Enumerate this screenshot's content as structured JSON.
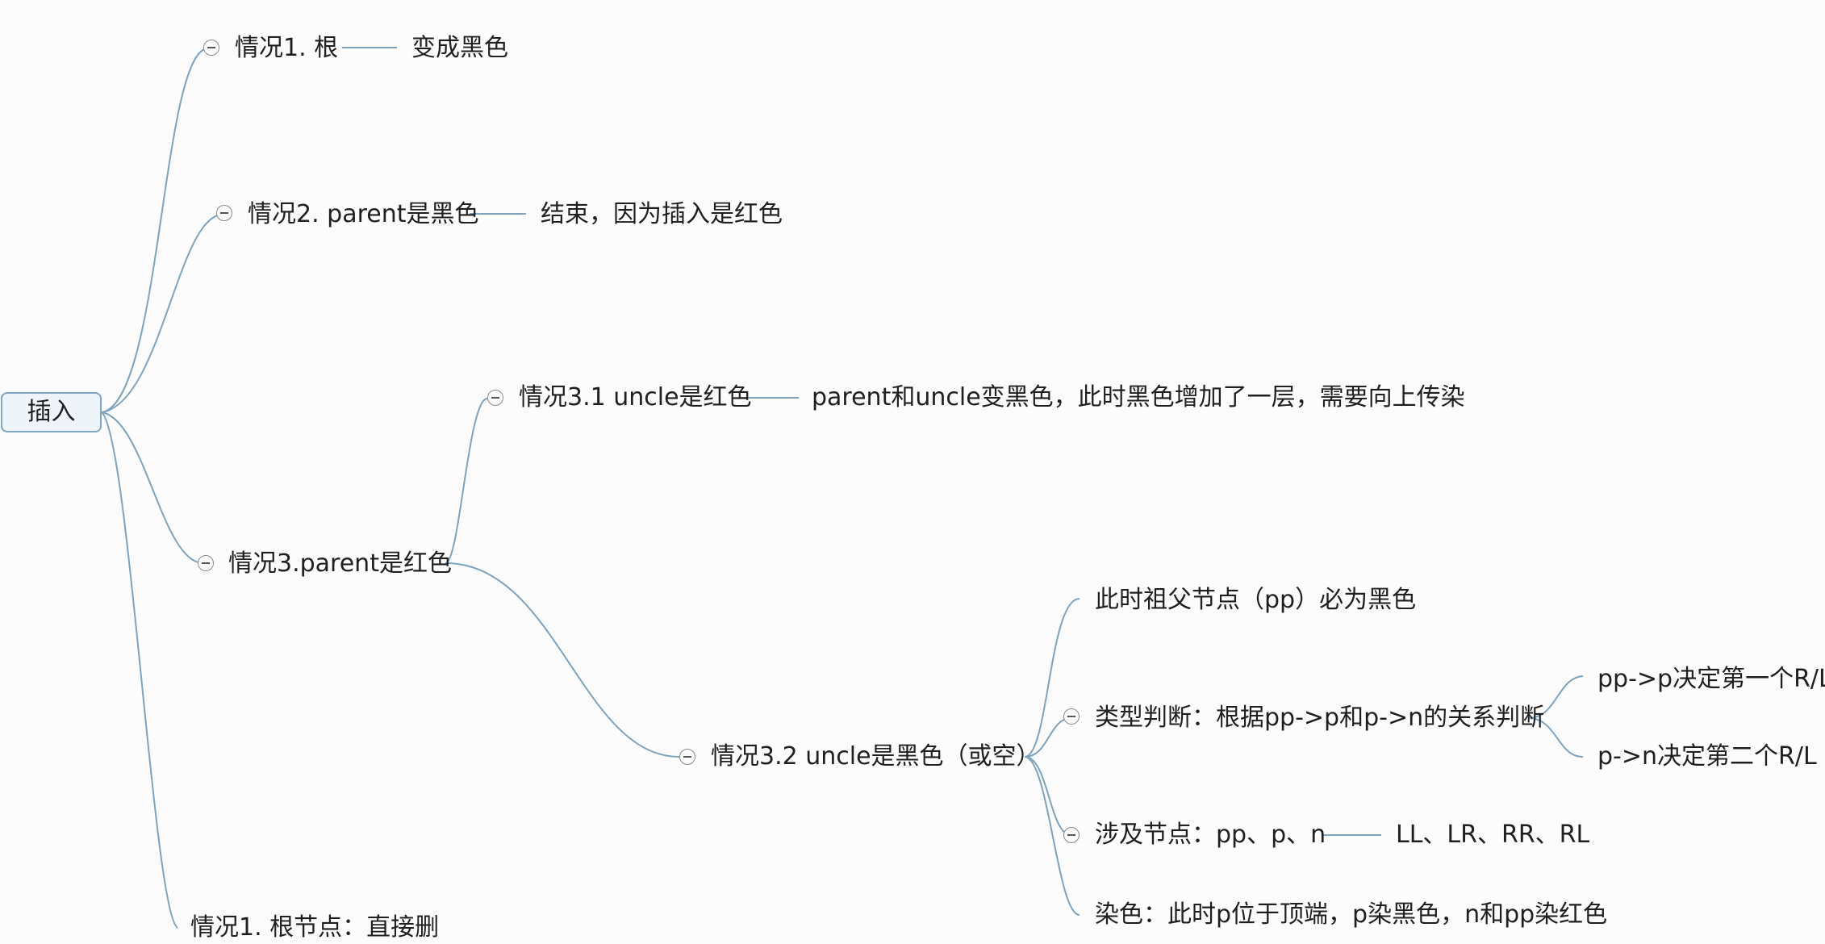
{
  "mindmap": {
    "root": "插入",
    "case1": {
      "label": "情况1. 根",
      "result": "变成黑色"
    },
    "case2": {
      "label": "情况2. parent是黑色",
      "result": "结束，因为插入是红色"
    },
    "case3": {
      "label": "情况3.parent是红色",
      "sub1": {
        "label": "情况3.1 uncle是红色",
        "result": "parent和uncle变黑色，此时黑色增加了一层，需要向上传染"
      },
      "sub2": {
        "label": "情况3.2 uncle是黑色（或空）",
        "items": {
          "grandparent": "此时祖父节点（pp）必为黑色",
          "type_judge": "类型判断：根据pp->p和p->n的关系判断",
          "type_first": "pp->p决定第一个R/L",
          "type_second": "p->n决定第二个R/L",
          "nodes": "涉及节点：pp、p、n",
          "nodes_types": "LL、LR、RR、RL",
          "coloring": "染色：此时p位于顶端，p染黑色，n和pp染红色"
        }
      }
    },
    "partial_next": "情况1. 根节点：直接删"
  }
}
